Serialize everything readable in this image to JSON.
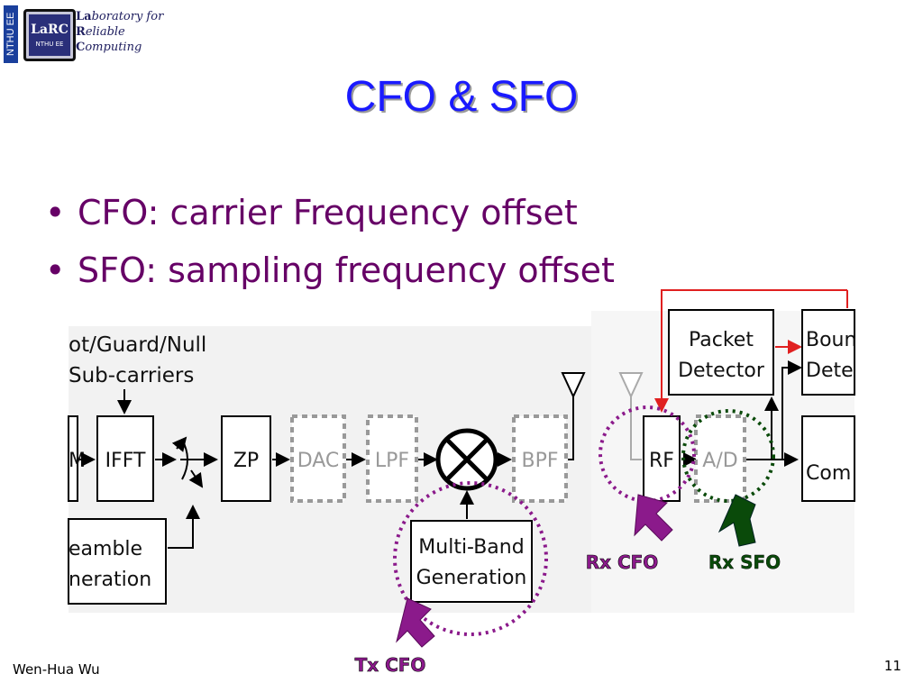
{
  "header": {
    "side_tag": "NTHU EE",
    "logo_mark": "LaRC",
    "logo_sub": "NTHU EE",
    "logo_lines": [
      {
        "initial": "La",
        "rest": "boratory for"
      },
      {
        "initial": "R",
        "rest": "eliable"
      },
      {
        "initial": "C",
        "rest": "omputing"
      }
    ]
  },
  "slide": {
    "title": "CFO & SFO",
    "bullets": [
      "CFO: carrier Frequency offset",
      "SFO: sampling frequency offset"
    ]
  },
  "diagram": {
    "pilot_label_1": "ot/Guard/Null",
    "pilot_label_2": "Sub-carriers",
    "m_block": "M",
    "ifft": "IFFT",
    "zp": "ZP",
    "dac": "DAC",
    "lpf": "LPF",
    "bpf": "BPF",
    "preamble_1": "eamble",
    "preamble_2": "neration",
    "multiband_1": "Multi-Band",
    "multiband_2": "Generation",
    "rf": "RF",
    "ad": "A/D",
    "packet_1": "Packet",
    "packet_2": "Detector",
    "boundary_1": "Boun",
    "boundary_2": "Dete",
    "com": "Com",
    "rx_cfo": "Rx CFO",
    "rx_sfo": "Rx SFO",
    "tx_cfo": "Tx CFO",
    "colors": {
      "cfo": "#8b1a8b",
      "sfo": "#0a4a0a",
      "red_feedback": "#e02020"
    }
  },
  "footer": {
    "author": "Wen-Hua Wu",
    "page": "11"
  }
}
